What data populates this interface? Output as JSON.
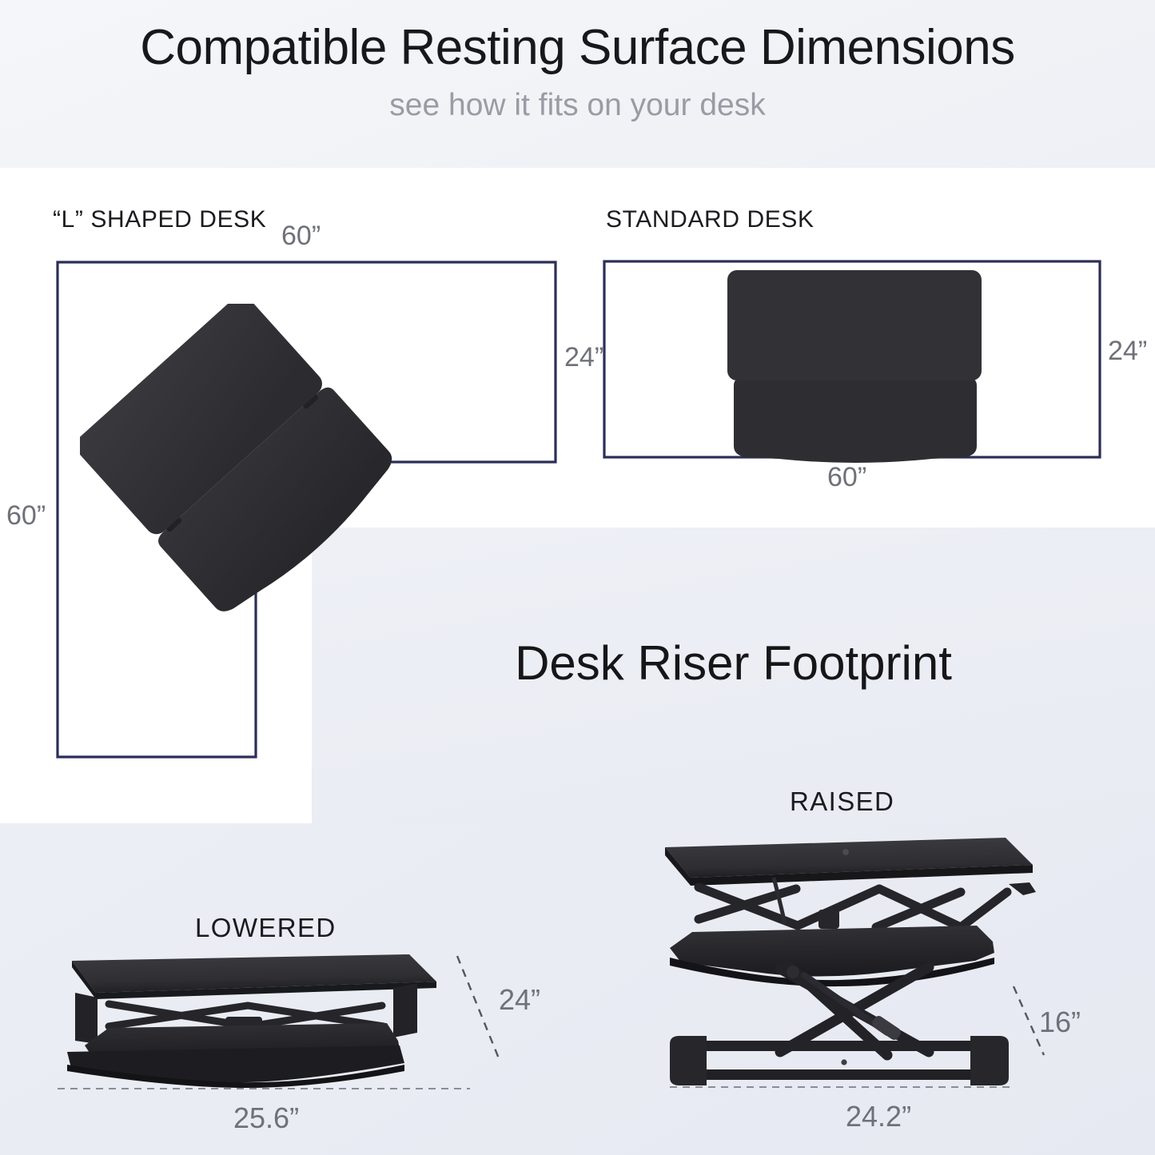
{
  "header": {
    "title": "Compatible Resting Surface Dimensions",
    "subtitle": "see how it fits on your desk"
  },
  "sections": {
    "l_desk": {
      "heading": "“L” SHAPED DESK",
      "dim_top": "60”",
      "dim_left": "60”",
      "dim_right": "24”"
    },
    "standard_desk": {
      "heading": "STANDARD DESK",
      "dim_bottom": "60”",
      "dim_right": "24”"
    },
    "footprint": {
      "title": "Desk Riser Footprint",
      "lowered": {
        "label": "LOWERED",
        "width": "25.6”",
        "depth": "24”"
      },
      "raised": {
        "label": "RAISED",
        "width": "24.2”",
        "height": "16”"
      }
    }
  },
  "colors": {
    "outline_stroke": "#2b2f57",
    "product_body": "#323236",
    "product_dark": "#1e1e21",
    "dim_text": "#6f7179",
    "heading_text": "#18181a",
    "subtitle_text": "#9a9ba4",
    "background": "#eceef5",
    "panel": "#ffffff"
  }
}
